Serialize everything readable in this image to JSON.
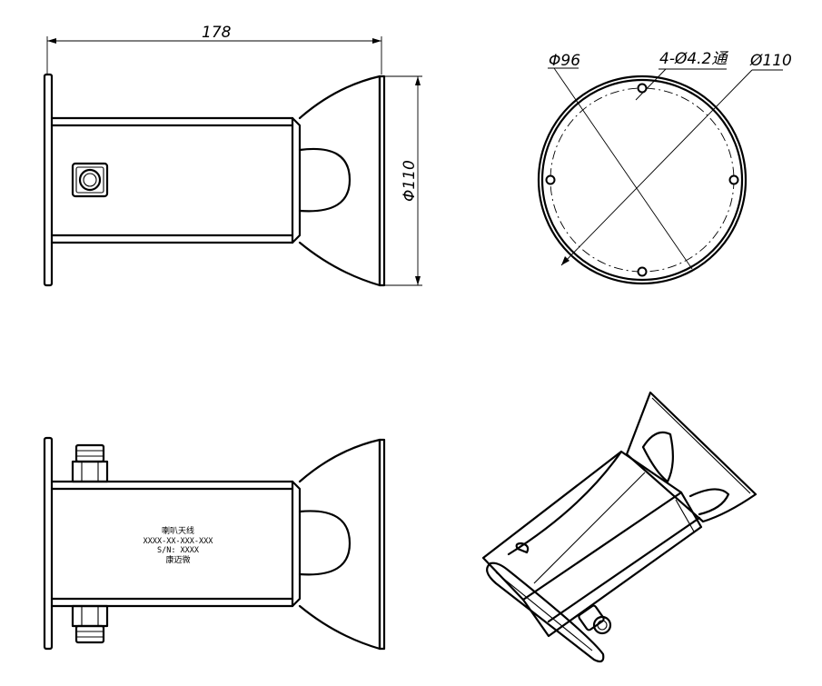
{
  "dimensions": {
    "length": "178",
    "diameter_side": "Φ110",
    "inner_circle": "Φ96",
    "holes": "4-Ø4.2通",
    "outer_circle": "Ø110"
  },
  "label_plate": {
    "line1": "喇叭天线",
    "line2": "XXXX-XX-XXX-XXX",
    "line3": "S/N: XXXX",
    "line4": "康迈微"
  }
}
